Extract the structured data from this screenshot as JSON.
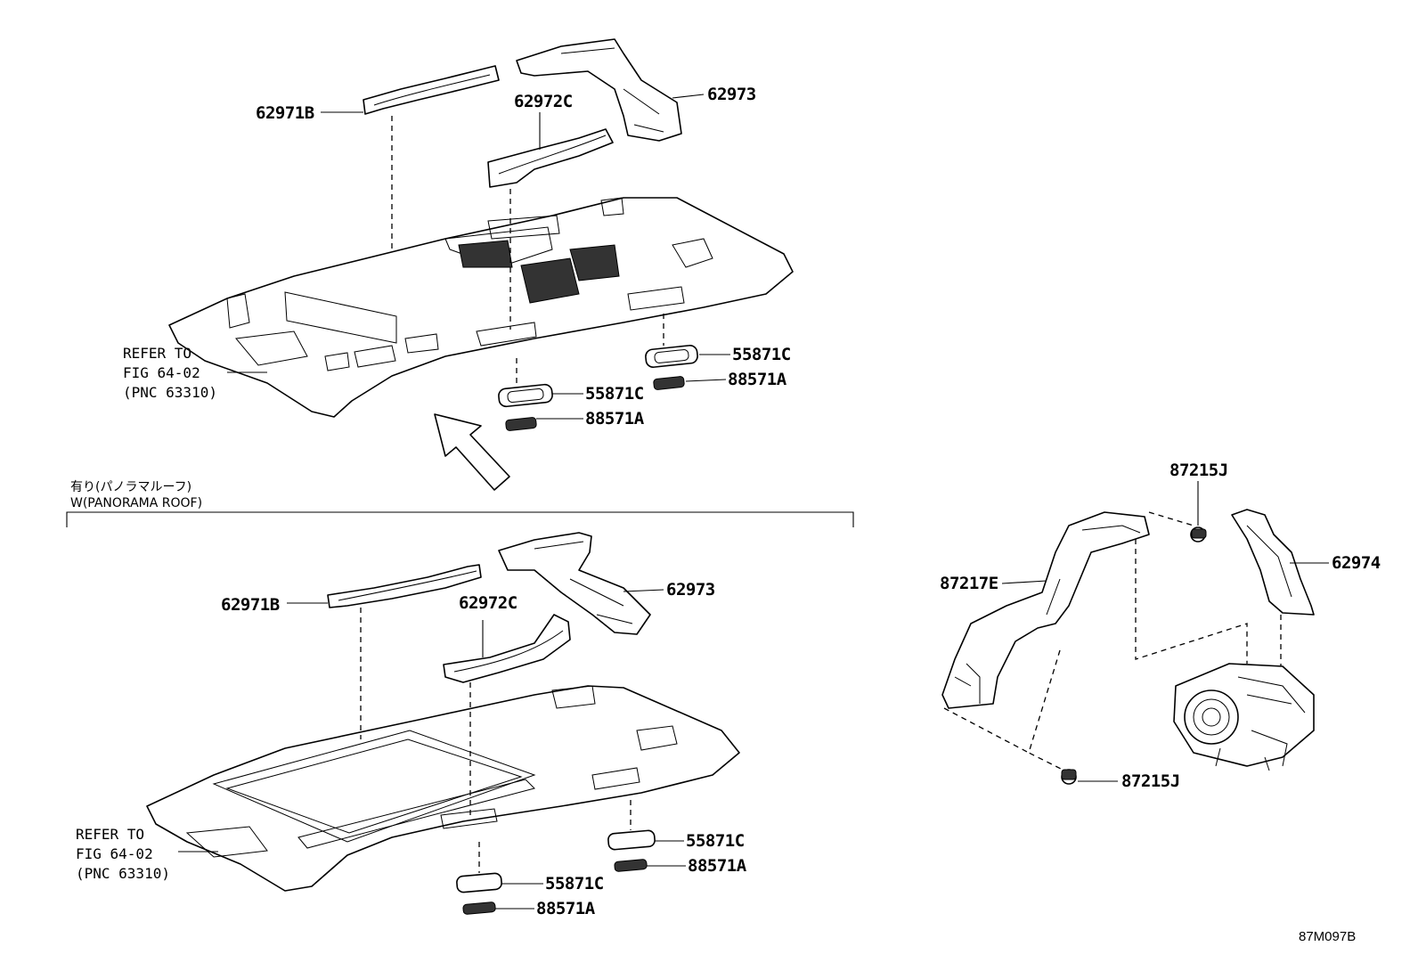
{
  "diagram_code": "87M097B",
  "refer": {
    "line1": "REFER TO",
    "line2": "FIG 64-02",
    "line3": "(PNC 63310)"
  },
  "option_caption": {
    "jp": "有り(パノラマルーフ)",
    "en": "W(PANORAMA ROOF)"
  },
  "top_labels": {
    "p62971B": "62971B",
    "p62972C": "62972C",
    "p62973": "62973",
    "p55871C_a": "55871C",
    "p55871C_b": "55871C",
    "p88571A_a": "88571A",
    "p88571A_b": "88571A"
  },
  "bottom_labels": {
    "p62971B": "62971B",
    "p62972C": "62972C",
    "p62973": "62973",
    "p55871C_a": "55871C",
    "p55871C_b": "55871C",
    "p88571A_a": "88571A",
    "p88571A_b": "88571A"
  },
  "side_labels": {
    "p87215J_top": "87215J",
    "p87215J_bottom": "87215J",
    "p87217E": "87217E",
    "p62974": "62974"
  }
}
